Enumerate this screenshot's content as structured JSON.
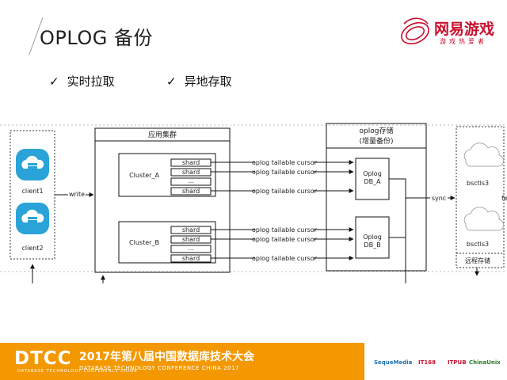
{
  "header": {
    "title": "OPLOG 备份",
    "logo_name": "网易游戏",
    "logo_tagline": "游戏热爱者"
  },
  "bullets": [
    {
      "check": "✓",
      "label": "实时拉取"
    },
    {
      "check": "✓",
      "label": "异地存取"
    }
  ],
  "diagram": {
    "clients": [
      "client1",
      "client2"
    ],
    "write_label": "write",
    "app_cluster_title": "应用集群",
    "clusters": [
      {
        "name": "Cluster_A",
        "shards": [
          "shard",
          "shard",
          "...",
          "shard"
        ]
      },
      {
        "name": "Cluster_B",
        "shards": [
          "shard",
          "shard",
          "...",
          "shard"
        ]
      }
    ],
    "cursor_label": "oplog tailable cursor",
    "oplog_store_title": "oplog存储",
    "oplog_store_subtitle": "(增量备份)",
    "oplog_dbs": [
      "Oplog\nDB_A",
      "Oplog\nDB_B"
    ],
    "sync_label": "sync",
    "remote_nodes": [
      "bsctls3",
      "bsctls3"
    ],
    "remote_label": "远程存储",
    "edge_cut_text": "fe"
  },
  "footer": {
    "logo": "DTCC",
    "logo_sub": "DATABASE TECHNOLOGY CONFERENCE CHINA",
    "title": "2017年第八届中国数据库技术大会",
    "subtitle": "DATABASE  TECHNOLOGY  CONFERENCE  CHINA 2017",
    "sponsors": [
      "SequeMedia",
      "IT168",
      "ITPUB",
      "ChinaUnix"
    ],
    "sponsor_colors": [
      "#1b6fb5",
      "#c8102e",
      "#c8102e",
      "#2a7a2a"
    ]
  }
}
